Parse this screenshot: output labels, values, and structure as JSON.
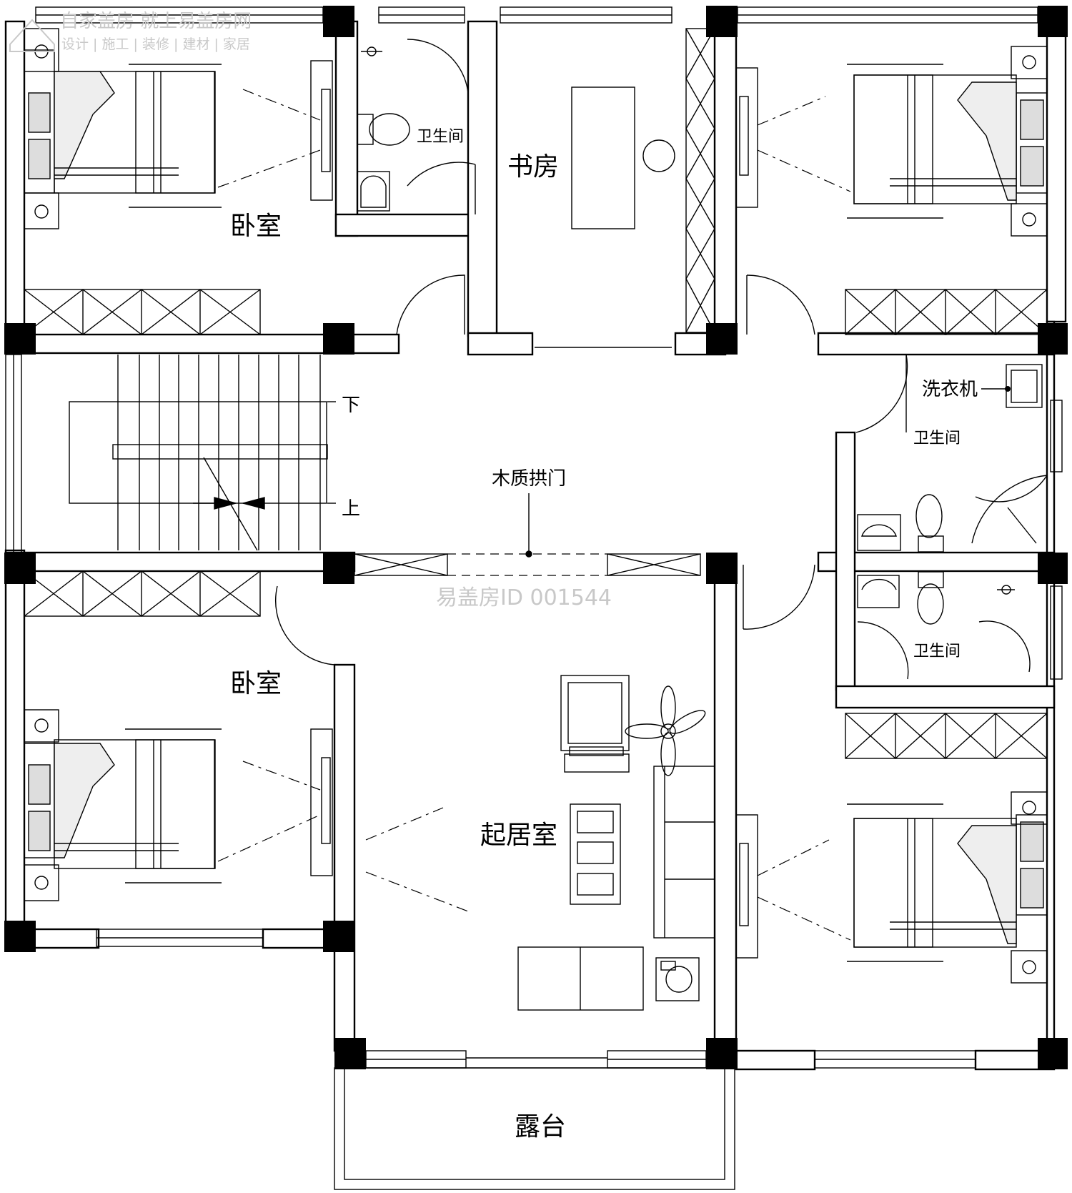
{
  "watermark": {
    "brand": "自家盖房 就上易盖房网",
    "tagline": "设计 | 施工 | 装修 | 建材 | 家居",
    "plan_id": "易盖房ID 001544"
  },
  "rooms": {
    "bedroom_top_left": "卧室",
    "bathroom_top": "卫生间",
    "study": "书房",
    "laundry": "洗衣机",
    "bathroom_right_1": "卫生间",
    "arch_door": "木质拱门",
    "bathroom_right_2": "卫生间",
    "bedroom_bottom_left": "卧室",
    "living_room": "起居室",
    "terrace": "露台"
  },
  "stairs": {
    "down": "下",
    "up": "上"
  },
  "colors": {
    "line": "#000000",
    "watermark": "#c9c9c9",
    "background": "#ffffff"
  }
}
